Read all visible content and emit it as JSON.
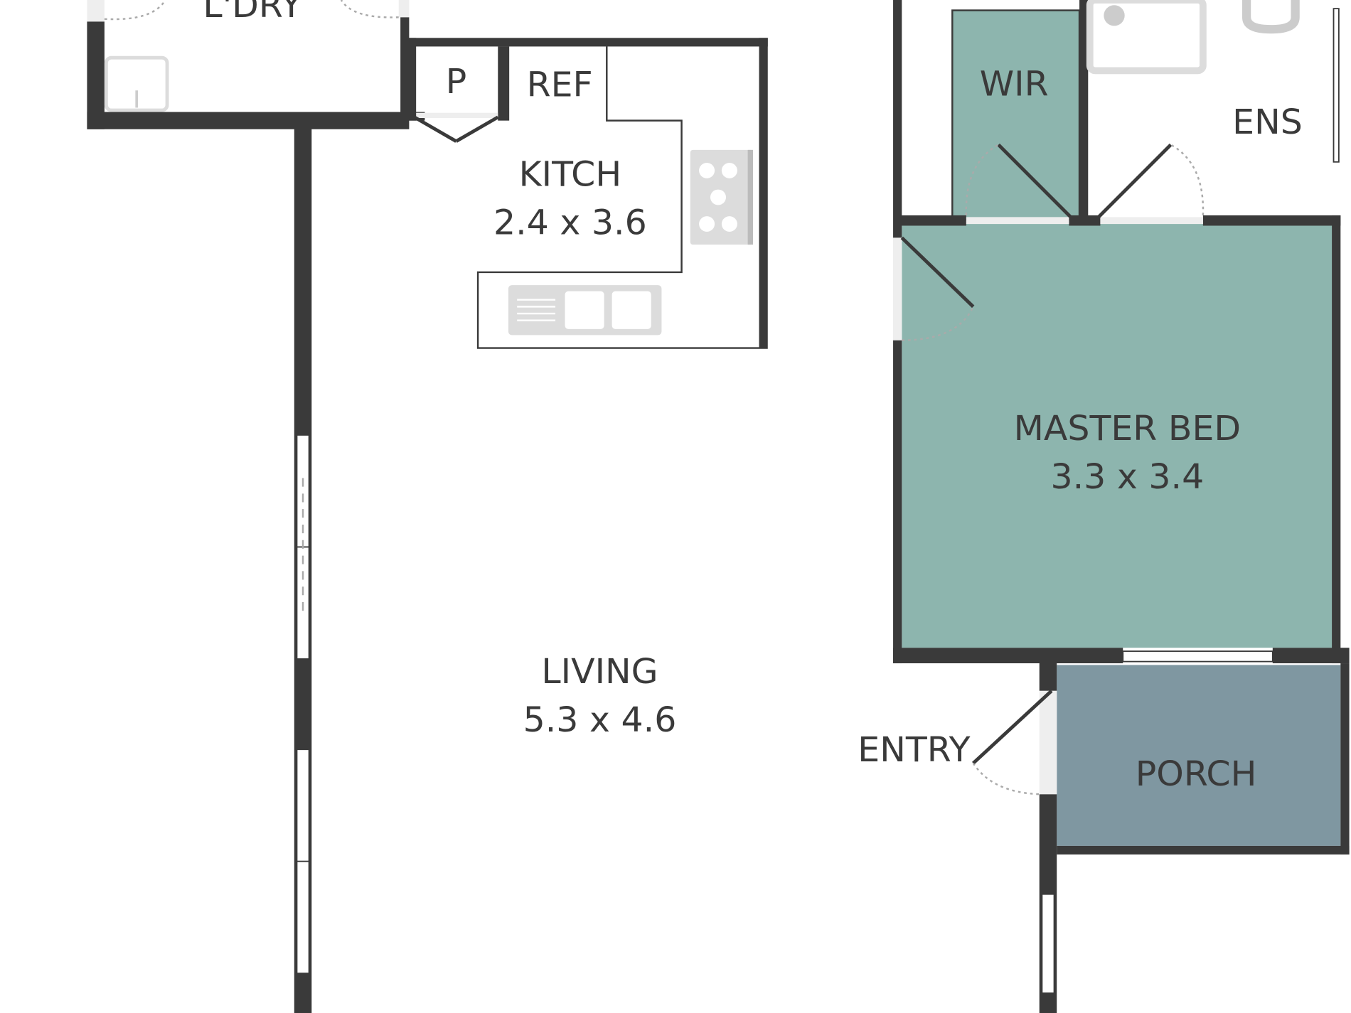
{
  "plan": {
    "rooms": [
      {
        "id": "laundry",
        "name": "L'DRY",
        "size": ""
      },
      {
        "id": "pantry",
        "name": "P",
        "size": ""
      },
      {
        "id": "fridge",
        "name": "REF",
        "size": ""
      },
      {
        "id": "kitchen",
        "name": "KITCH",
        "size": "2.4 x 3.6"
      },
      {
        "id": "living",
        "name": "LIVING",
        "size": "5.3 x 4.6"
      },
      {
        "id": "wir",
        "name": "WIR",
        "size": ""
      },
      {
        "id": "ensuite",
        "name": "ENS",
        "size": ""
      },
      {
        "id": "master",
        "name": "MASTER BED",
        "size": "3.3 x 3.4"
      },
      {
        "id": "entry",
        "name": "ENTRY",
        "size": ""
      },
      {
        "id": "porch",
        "name": "PORCH",
        "size": ""
      }
    ],
    "colors": {
      "wall": "#3a3a3a",
      "bedroom": "#8db5ae",
      "porch": "#7f97a1",
      "fixture": "#dcdcdc"
    }
  }
}
